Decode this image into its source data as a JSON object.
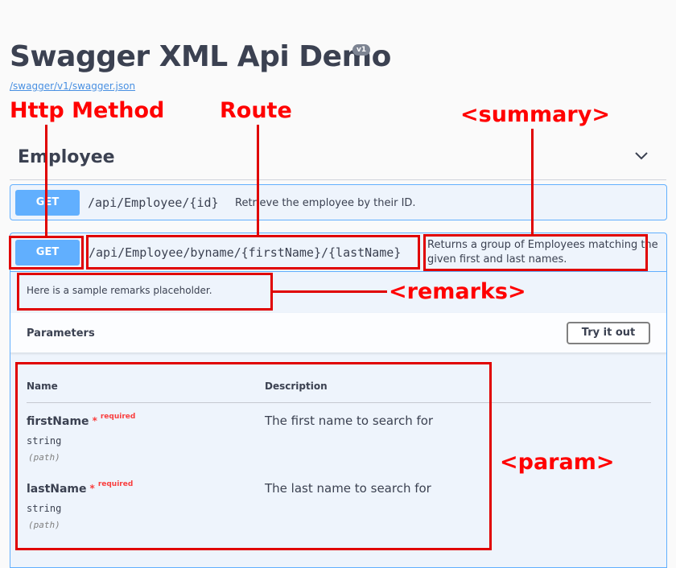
{
  "header": {
    "title": "Swagger XML Api Demo",
    "version": "v1",
    "spec_link": "/swagger/v1/swagger.json"
  },
  "tag": {
    "name": "Employee",
    "icon": "chevron-down-icon"
  },
  "operations": [
    {
      "method": "GET",
      "route": "/api/Employee/{id}",
      "summary": "Retrieve the employee by their ID."
    },
    {
      "method": "GET",
      "route": "/api/Employee/byname/{firstName}/{lastName}",
      "summary": "Returns a group of Employees matching the given first and last names.",
      "remarks": "Here is a sample remarks placeholder.",
      "parameters_title": "Parameters",
      "try_button": "Try it out",
      "columns": {
        "name": "Name",
        "description": "Description"
      },
      "params": [
        {
          "name": "firstName",
          "required_star": "*",
          "required_label": "required",
          "type": "string",
          "in": "(path)",
          "description": "The first name to search for"
        },
        {
          "name": "lastName",
          "required_star": "*",
          "required_label": "required",
          "type": "string",
          "in": "(path)",
          "description": "The last name to search for"
        }
      ]
    }
  ],
  "annotations": {
    "http_method": "Http Method",
    "route": "Route",
    "summary": "<summary>",
    "remarks": "<remarks>",
    "param": "<param>"
  },
  "colors": {
    "get_accent": "#61affe",
    "annotation": "#ff0000"
  }
}
